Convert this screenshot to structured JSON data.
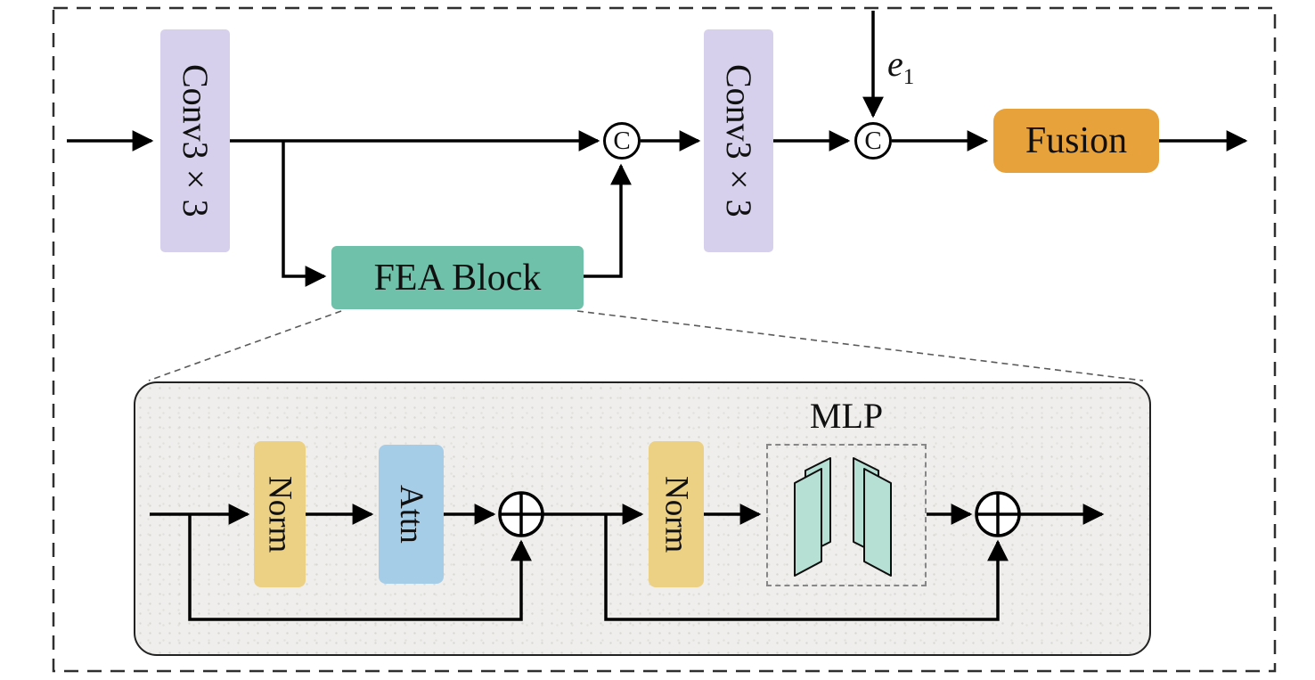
{
  "diagram": {
    "top_flow": {
      "conv1_label": "Conv3×3",
      "fea_block_label": "FEA Block",
      "concat1_label": "C",
      "conv2_label": "Conv3×3",
      "concat2_label": "C",
      "e1_base": "e",
      "e1_sub": "1",
      "fusion_label": "Fusion"
    },
    "fea_detail": {
      "norm1_label": "Norm",
      "attn_label": "Attn",
      "norm2_label": "Norm",
      "mlp_label": "MLP"
    },
    "colors": {
      "conv_block": "#d7d0ec",
      "fea_block": "#6fc1a9",
      "fusion_block": "#e8a23c",
      "norm_block": "#ecd084",
      "attn_block": "#a6cde8",
      "mlp_sheet": "#b7e0d4",
      "line": "#000000",
      "dashed_guide": "#5a5a5a",
      "outer_border": "#2f2f2f"
    }
  }
}
